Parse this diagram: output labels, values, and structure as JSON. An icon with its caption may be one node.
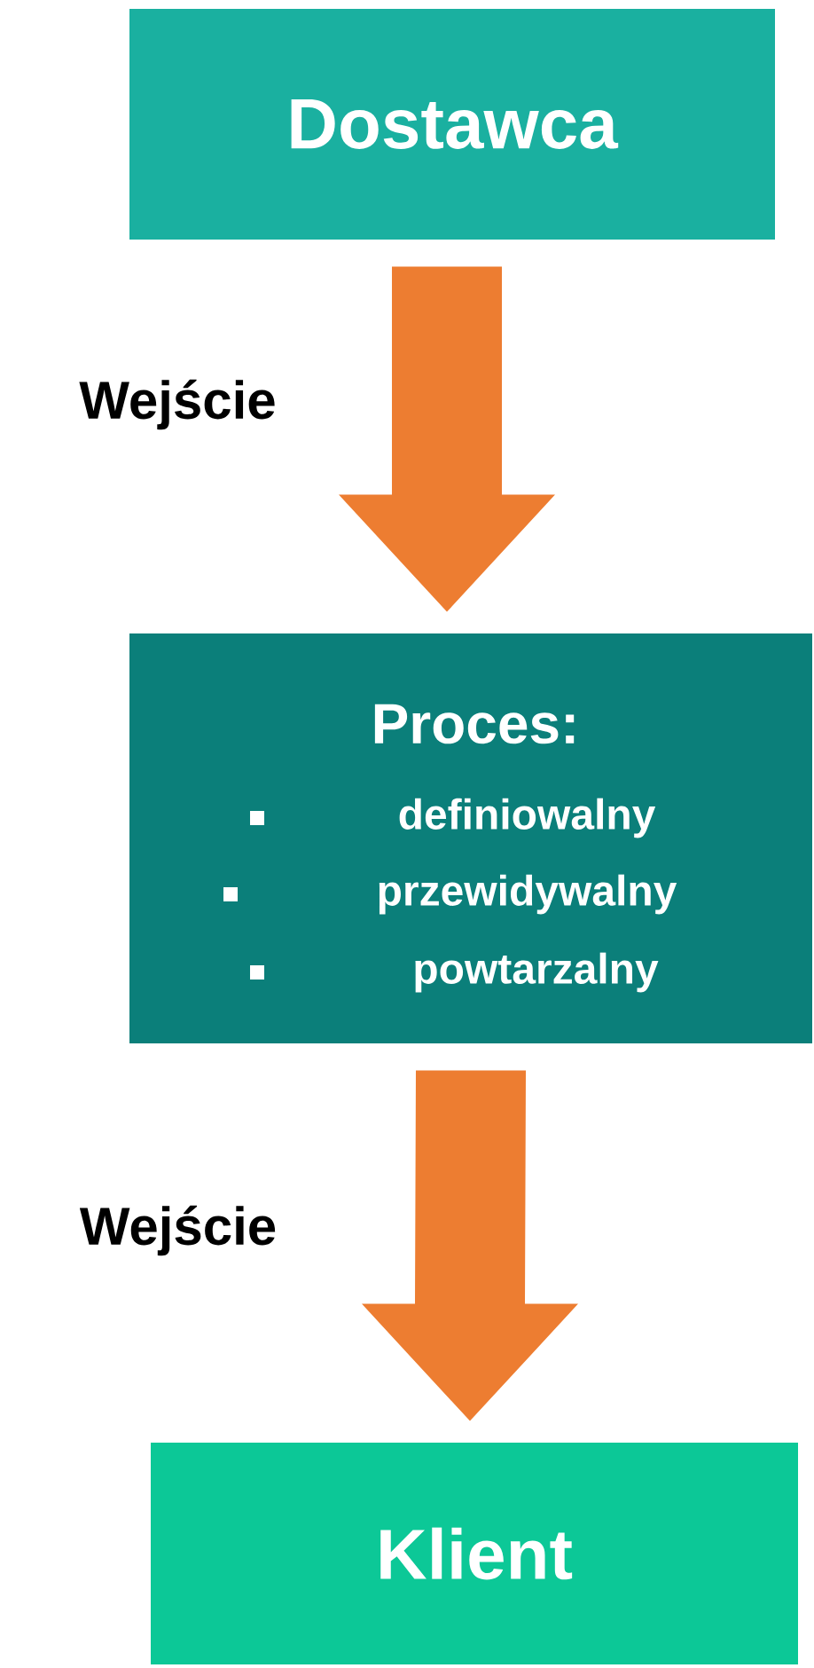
{
  "diagram": {
    "nodes": [
      {
        "text": [
          "Dostawca"
        ]
      },
      {
        "text": [
          "Proces:",
          "definiowalny",
          "przewidywalny",
          "powtarzalny"
        ]
      },
      {
        "text": [
          "Klient"
        ]
      }
    ],
    "edges": [
      {
        "from": 0,
        "to": 1,
        "arrow": "to",
        "label": "Wejście"
      },
      {
        "from": 1,
        "to": 2,
        "arrow": "to",
        "label": "Wejście"
      }
    ]
  }
}
